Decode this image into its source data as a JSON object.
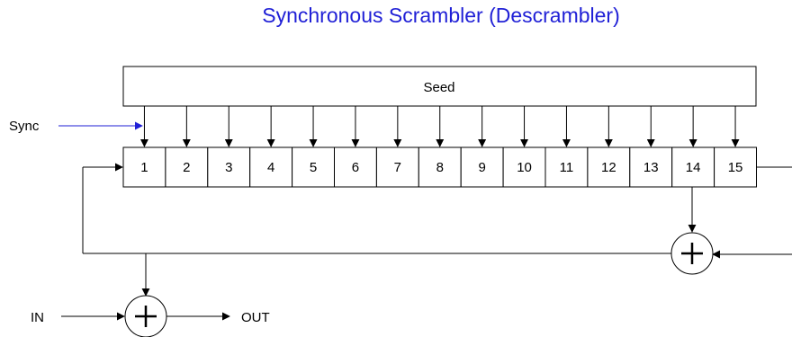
{
  "title": "Synchronous Scrambler (Descrambler)",
  "seed_label": "Seed",
  "sync_label": "Sync",
  "input_label": "IN",
  "output_label": "OUT",
  "register_cells": [
    "1",
    "2",
    "3",
    "4",
    "5",
    "6",
    "7",
    "8",
    "9",
    "10",
    "11",
    "12",
    "13",
    "14",
    "15"
  ],
  "xor_symbol": "+",
  "colors": {
    "title": "#1f1fd6",
    "sync_arrow": "#1f1fd6",
    "lines": "#000000"
  }
}
